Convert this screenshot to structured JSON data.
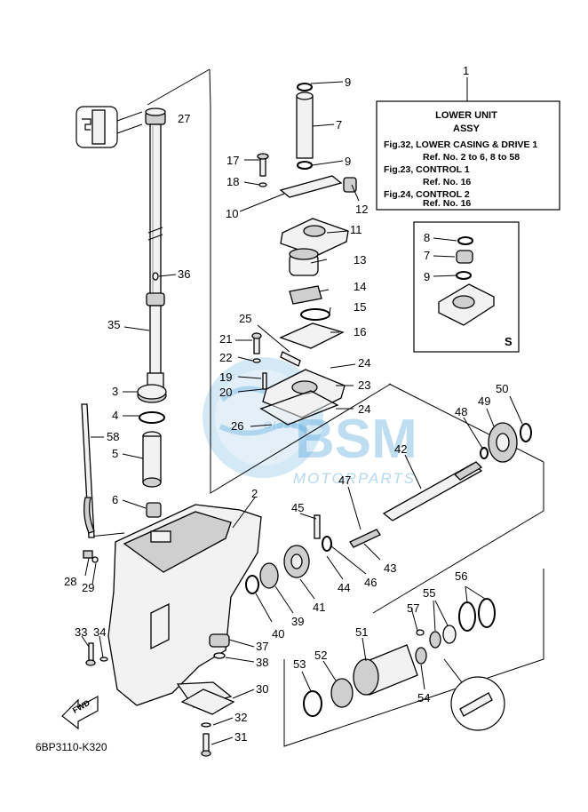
{
  "diagram_code": "6BP3110-K320",
  "fwd_label": "FWD",
  "info_box": {
    "ref": "1",
    "lines": [
      "LOWER UNIT",
      "ASSY",
      "Fig.32, LOWER CASING & DRIVE 1",
      "Ref. No. 2 to 6, 8 to 58",
      "Fig.23, CONTROL 1",
      "Ref. No. 16",
      "Fig.24, CONTROL 2",
      "Ref. No. 16"
    ]
  },
  "inset_s": {
    "refs": [
      "8",
      "7",
      "9"
    ],
    "tag": "S"
  },
  "watermark": {
    "brand": "BSM",
    "sub": "MOTORPARTS",
    "small_text": "Globe"
  },
  "callouts": {
    "c2": "2",
    "c3": "3",
    "c4": "4",
    "c5": "5",
    "c6": "6",
    "c7": "7",
    "c9a": "9",
    "c9b": "9",
    "c10": "10",
    "c11": "11",
    "c12": "12",
    "c13": "13",
    "c14": "14",
    "c15": "15",
    "c16": "16",
    "c17": "17",
    "c18": "18",
    "c19": "19",
    "c20": "20",
    "c21": "21",
    "c22": "22",
    "c23": "23",
    "c24a": "24",
    "c24b": "24",
    "c25": "25",
    "c26": "26",
    "c27": "27",
    "c28": "28",
    "c29": "29",
    "c30": "30",
    "c31": "31",
    "c32": "32",
    "c33": "33",
    "c34": "34",
    "c35": "35",
    "c36": "36",
    "c37": "37",
    "c38": "38",
    "c39": "39",
    "c40": "40",
    "c41": "41",
    "c42": "42",
    "c43": "43",
    "c44": "44",
    "c45": "45",
    "c46": "46",
    "c47": "47",
    "c48": "48",
    "c49": "49",
    "c50": "50",
    "c51": "51",
    "c52": "52",
    "c53": "53",
    "c54": "54",
    "c55": "55",
    "c56": "56",
    "c57": "57",
    "c58": "58"
  }
}
